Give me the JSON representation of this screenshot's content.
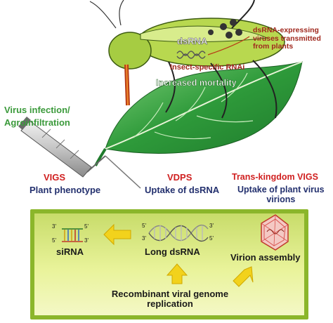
{
  "labels": {
    "dsrna": "dsRNA",
    "dsrna_viruses": "dsRNA-expressing viruses transmitted from plants",
    "insect_rnai": "Insect-specific RNAi",
    "increased_mortality": "Increased mortality",
    "virus_infection_line1": "Virus infection/",
    "virus_infection_line2": "Agroinfiltration",
    "vigs": "VIGS",
    "plant_phenotype": "Plant phenotype",
    "vdps": "VDPS",
    "uptake_dsrna": "Uptake of dsRNA",
    "transkingdom": "Trans-kingdom VIGS",
    "uptake_virions_line1": "Uptake of plant virus",
    "uptake_virions_line2": "virions",
    "sirna": "siRNA",
    "long_dsrna": "Long dsRNA",
    "virion_assembly": "Virion assembly",
    "replication_line1": "Recombinant viral genome",
    "replication_line2": "replication",
    "strand_3": "3'",
    "strand_5": "5'"
  },
  "colors": {
    "leaf": "#2f9e3a",
    "insect": "#b8d84f",
    "panel_border": "#8bb62b",
    "arrow": "#f2d21c",
    "label_green": "#3b9a3b",
    "label_red": "#d02020",
    "label_navy": "#23306e"
  }
}
